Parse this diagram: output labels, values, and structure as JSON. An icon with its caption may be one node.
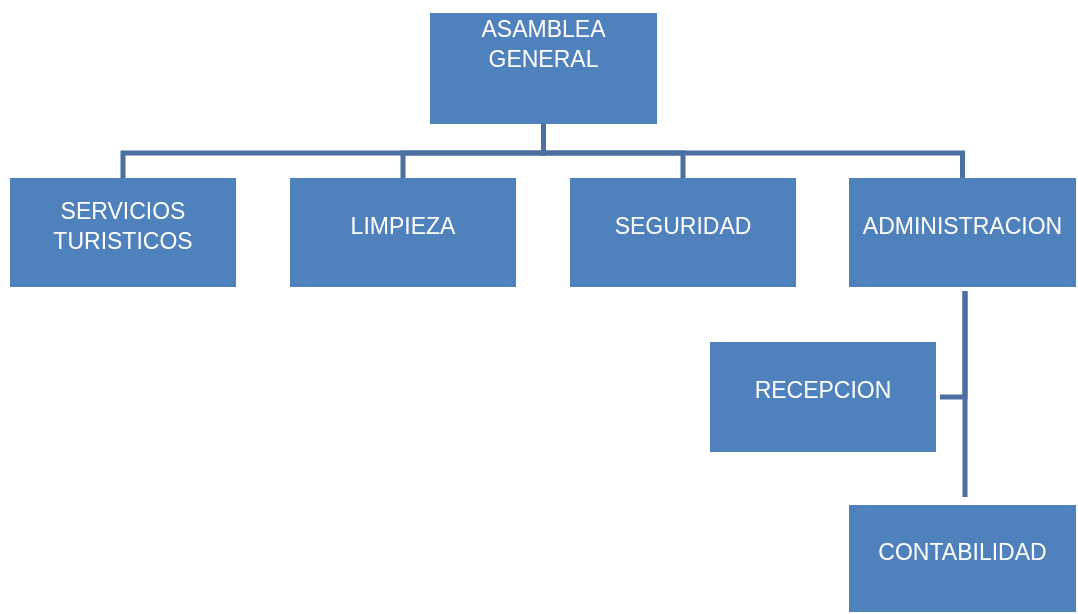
{
  "diagram": {
    "nodes": [
      {
        "text": [
          "ASAMBLEA GENERAL"
        ]
      },
      {
        "text": [
          "SERVICIOS TURISTICOS"
        ]
      },
      {
        "text": [
          "LIMPIEZA"
        ]
      },
      {
        "text": [
          "SEGURIDAD"
        ]
      },
      {
        "text": [
          "ADMINISTRACION"
        ]
      },
      {
        "text": [
          "RECEPCION"
        ]
      },
      {
        "text": [
          "CONTABILIDAD"
        ]
      }
    ],
    "edges": [
      {
        "from": 0,
        "to": 1,
        "arrow": "none"
      },
      {
        "from": 0,
        "to": 2,
        "arrow": "none"
      },
      {
        "from": 0,
        "to": 3,
        "arrow": "none"
      },
      {
        "from": 0,
        "to": 4,
        "arrow": "none"
      },
      {
        "from": 4,
        "to": 5,
        "arrow": "none"
      },
      {
        "from": 4,
        "to": 6,
        "arrow": "none"
      }
    ]
  }
}
